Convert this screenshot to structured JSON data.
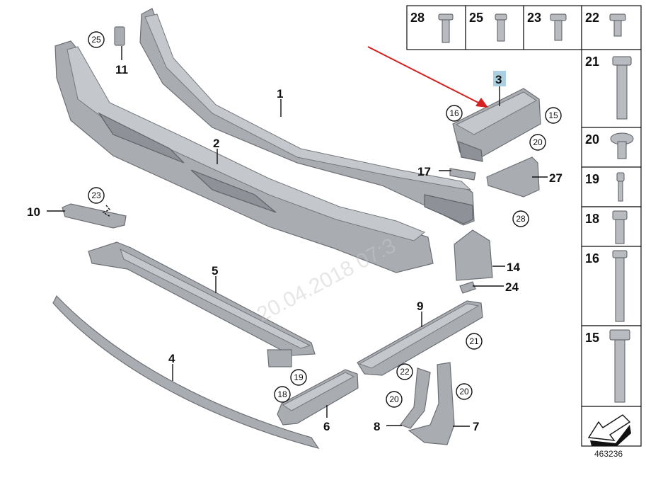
{
  "watermark": "20.04.2018 07:3",
  "diagram_number": "463236",
  "highlight_color": "#a9cfe0",
  "arrow_color": "#d42020",
  "labels": {
    "p1": "1",
    "p2": "2",
    "p3": "3",
    "p4": "4",
    "p5": "5",
    "p6": "6",
    "p7": "7",
    "p8": "8",
    "p9": "9",
    "p10": "10",
    "p11": "11",
    "p14": "14",
    "p17": "17",
    "p24": "24",
    "p27": "27"
  },
  "callouts": {
    "c25": "25",
    "c23": "23",
    "c16": "16",
    "c15": "15",
    "c20a": "20",
    "c28": "28",
    "c19": "19",
    "c18": "18",
    "c21": "21",
    "c22": "22",
    "c20b": "20",
    "c20c": "20"
  },
  "fastener_table": {
    "top_row": [
      "28",
      "25",
      "23",
      "22"
    ],
    "column": [
      "21",
      "20",
      "19",
      "18",
      "16",
      "15"
    ]
  }
}
